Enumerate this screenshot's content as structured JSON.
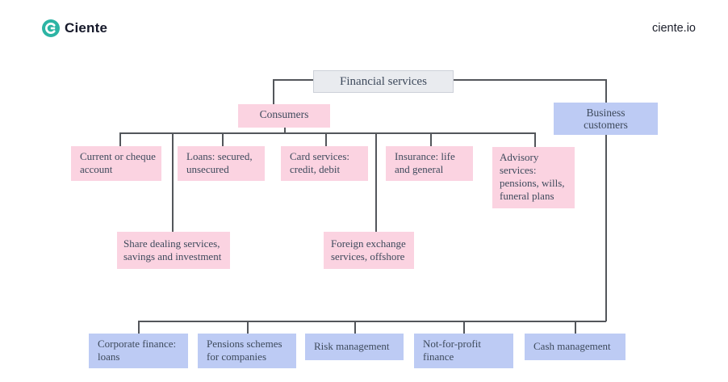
{
  "header": {
    "brand": "Ciente",
    "website": "ciente.io"
  },
  "diagram": {
    "root": {
      "label": "Financial services"
    },
    "level1": {
      "consumers": {
        "label": "Consumers"
      },
      "business_customers": {
        "label": "Business\ncustomers"
      }
    },
    "consumer_services": [
      {
        "label": "Current or cheque\naccount"
      },
      {
        "label": "Loans: secured,\nunsecured"
      },
      {
        "label": "Card services:\ncredit, debit"
      },
      {
        "label": "Insurance: life\nand general"
      },
      {
        "label": "Advisory\nservices:\npensions, wills,\nfuneral plans"
      },
      {
        "label": "Share dealing services,\nsavings and investment"
      },
      {
        "label": "Foreign exchange\nservices, offshore"
      }
    ],
    "business_services": [
      {
        "label": "Corporate finance:\nloans"
      },
      {
        "label": "Pensions schemes\nfor companies"
      },
      {
        "label": "Risk management"
      },
      {
        "label": "Not-for-profit\nfinance"
      },
      {
        "label": "Cash management"
      }
    ],
    "colors": {
      "consumer_node_fill": "#fbd3e1",
      "consumer_shadow_start": "#f2996e",
      "consumer_shadow_end": "#ef6b9c",
      "business_node_fill": "#bdcbf4",
      "business_shadow_start": "#c57fdc",
      "business_shadow_end": "#7e8ff2",
      "root_fill": "#e9ebef",
      "root_shadow": "#5d6b85",
      "connector": "#53565b",
      "brand_teal": "#2cb4a4"
    }
  }
}
